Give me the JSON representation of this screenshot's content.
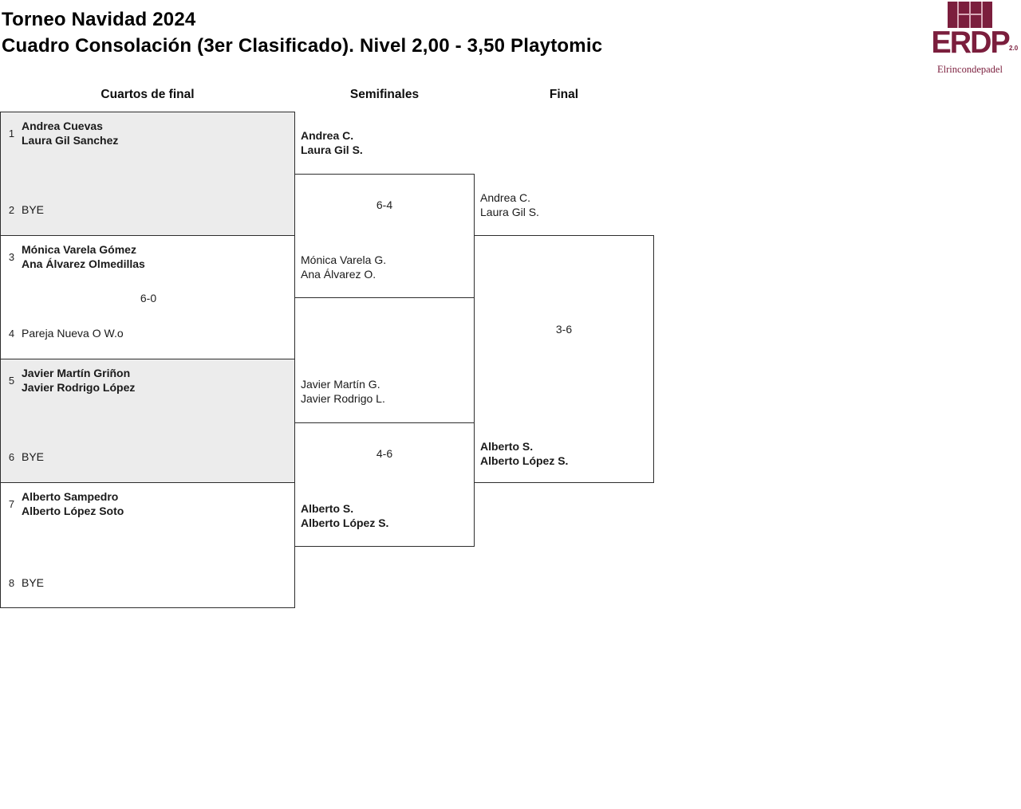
{
  "header": {
    "title_line1": "Torneo Navidad 2024",
    "title_line2": "Cuadro Consolación (3er Clasificado). Nivel 2,00 - 3,50 Playtomic"
  },
  "logo": {
    "acronym": "ERDP",
    "version": "2.0",
    "name": "Elrincondepadel",
    "brand_color": "#7b1e3d",
    "grid_gap_color": "#d9a9b8"
  },
  "columns": {
    "quarterfinals": "Cuartos de final",
    "semifinals": "Semifinales",
    "final": "Final"
  },
  "bracket": {
    "quarterfinals": [
      {
        "top": {
          "seed": "1",
          "line1": "Andrea Cuevas",
          "line2": "Laura Gil Sanchez"
        },
        "bottom": {
          "seed": "2",
          "line1": "BYE"
        }
      },
      {
        "top": {
          "seed": "3",
          "line1": "Mónica Varela Gómez",
          "line2": "Ana Álvarez Olmedillas"
        },
        "score": "6-0",
        "bottom": {
          "seed": "4",
          "line1": "Pareja Nueva O W.o"
        }
      },
      {
        "top": {
          "seed": "5",
          "line1": "Javier Martín Griñon",
          "line2": "Javier Rodrigo López"
        },
        "bottom": {
          "seed": "6",
          "line1": "BYE"
        }
      },
      {
        "top": {
          "seed": "7",
          "line1": "Alberto Sampedro",
          "line2": "Alberto López Soto"
        },
        "bottom": {
          "seed": "8",
          "line1": "BYE"
        }
      }
    ],
    "semifinals": [
      {
        "top": {
          "line1": "Andrea C.",
          "line2": "Laura Gil S."
        },
        "score": "6-4",
        "bottom": {
          "line1": "Mónica Varela G.",
          "line2": "Ana Álvarez O."
        }
      },
      {
        "top": {
          "line1": "Javier Martín G.",
          "line2": "Javier Rodrigo L."
        },
        "score": "4-6",
        "bottom": {
          "line1": "Alberto S.",
          "line2": "Alberto López S."
        }
      }
    ],
    "final": {
      "top": {
        "line1": "Andrea C.",
        "line2": "Laura Gil S."
      },
      "score": "3-6",
      "bottom": {
        "line1": "Alberto S.",
        "line2": "Alberto López S."
      }
    }
  }
}
